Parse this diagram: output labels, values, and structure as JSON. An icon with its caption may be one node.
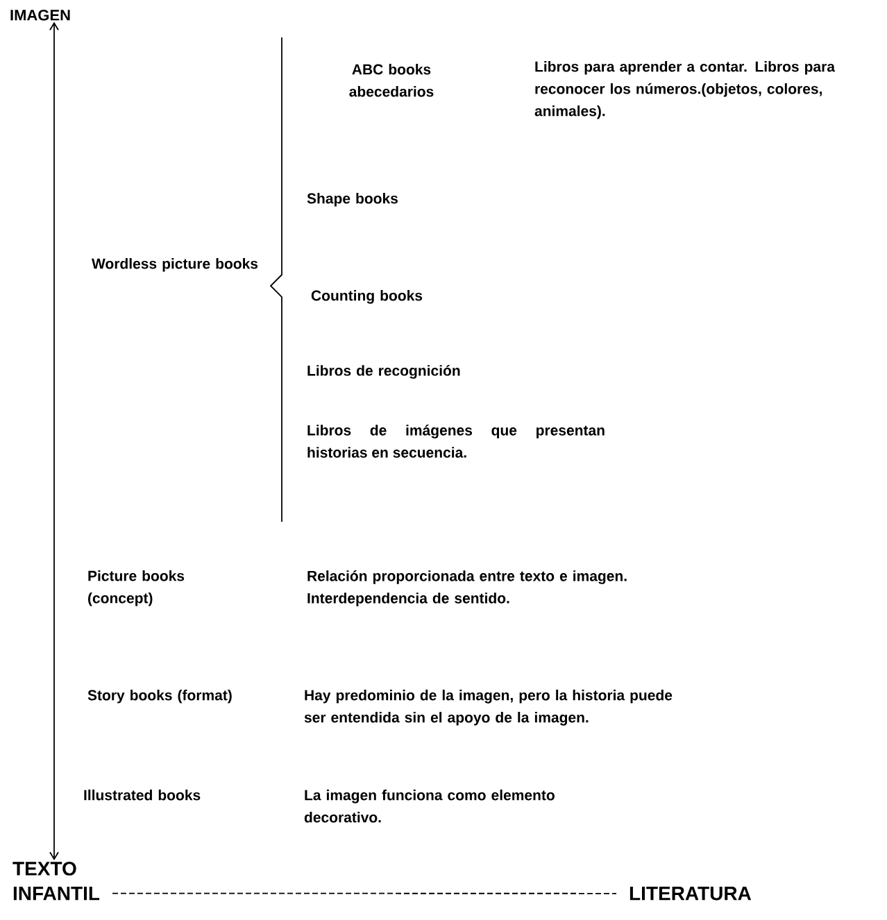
{
  "diagram": {
    "nodes": [
      {
        "text": [
          "IMAGEN"
        ]
      },
      {
        "text": [
          "TEXTO"
        ]
      },
      {
        "text": [
          "INFANTIL"
        ]
      },
      {
        "text": [
          "LITERATURA"
        ]
      }
    ],
    "edges": [
      {
        "from": 0,
        "to": 1,
        "arrow": "both"
      },
      {
        "from": 2,
        "to": 3,
        "arrow": "none",
        "style": "dashed"
      }
    ],
    "labels": [
      "ABC books abecedarios",
      "Libros para aprender a contar. Libros para reconocer los números.(objetos, colores, animales).",
      "Shape books",
      "Wordless picture books",
      "Counting books",
      "Libros de recognición",
      "Libros de imágenes que presentan historias en secuencia.",
      "Picture books (concept)",
      "Relación proporcionada entre texto e imagen. Interdependencia de sentido.",
      "Story books (format)",
      "Hay predominio de la imagen, pero la historia puede ser entendida sin el apoyo de la imagen.",
      "Illustrated books",
      "La imagen funciona como elemento decorativo."
    ]
  }
}
